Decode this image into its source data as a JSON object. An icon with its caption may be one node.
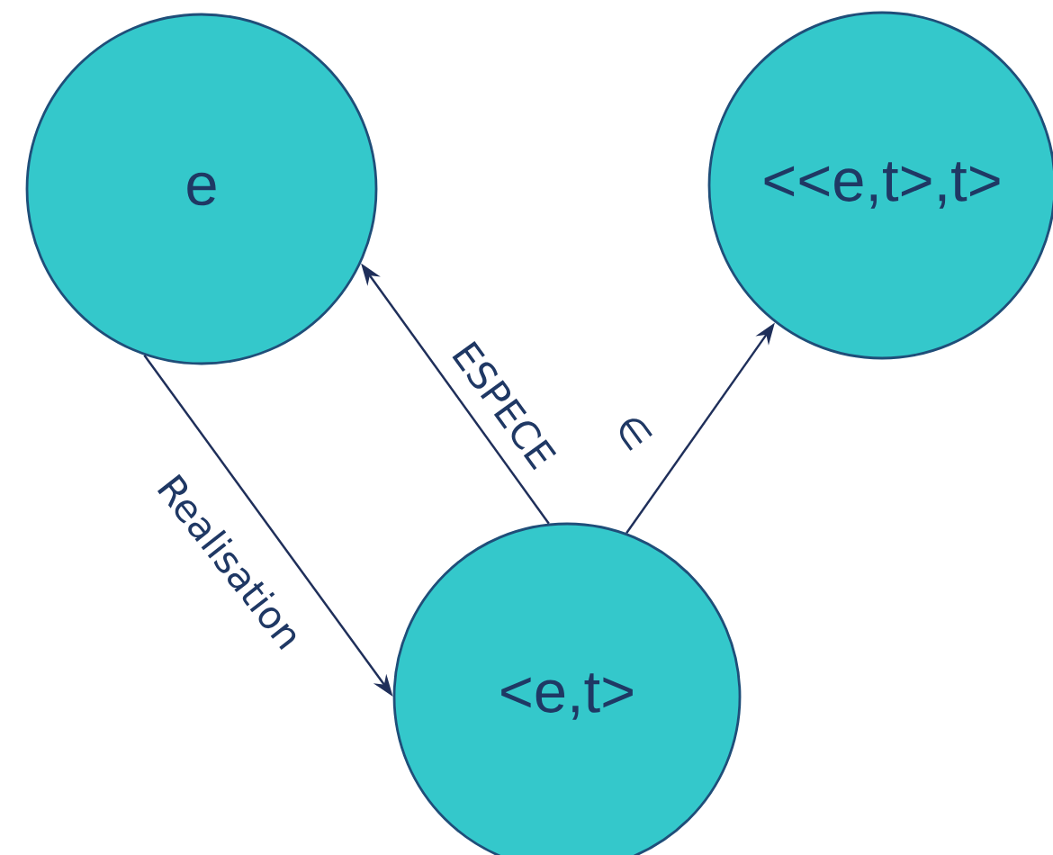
{
  "diagram": {
    "nodes": [
      {
        "text": [
          "e"
        ]
      },
      {
        "text": [
          "<<e,t>,t>"
        ]
      },
      {
        "text": [
          "<e,t>"
        ]
      }
    ],
    "edges": [
      {
        "from": 0,
        "to": 2,
        "arrow": "to",
        "label": "Realisation"
      },
      {
        "from": 2,
        "to": 0,
        "arrow": "to",
        "label": "ESPECE"
      },
      {
        "from": 2,
        "to": 1,
        "arrow": "to",
        "label": "∈"
      }
    ]
  }
}
